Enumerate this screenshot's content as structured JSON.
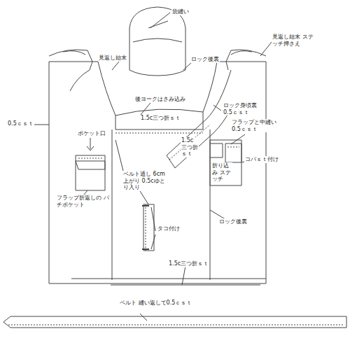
{
  "diagram": {
    "labels": [
      "袋縫い",
      "見返し始末",
      "ロック後裏",
      "見返し始末 ステッチ押さえ",
      "後ヨークはさみ込み",
      "ロック身頃裏 0.5ｃｓｔ",
      "0.5ｃｓｔ",
      "1.5c三つ折ｓｔ",
      "ポケット口",
      "フラップと中縫い 0.5ｃｓｔ",
      "1.5c 三つ折 ｓｔ",
      "コバｓｔ付け",
      "折り込み ステッチ",
      "フラップ折返しの パチポケット",
      "ベルト通し 6cm上がり 0.5cゆとり入り",
      "タコ付け",
      "ロック後裏",
      "1.5c三つ折ｓｔ",
      "ベルト 縫い返して0.5ｃｓｔ"
    ]
  }
}
